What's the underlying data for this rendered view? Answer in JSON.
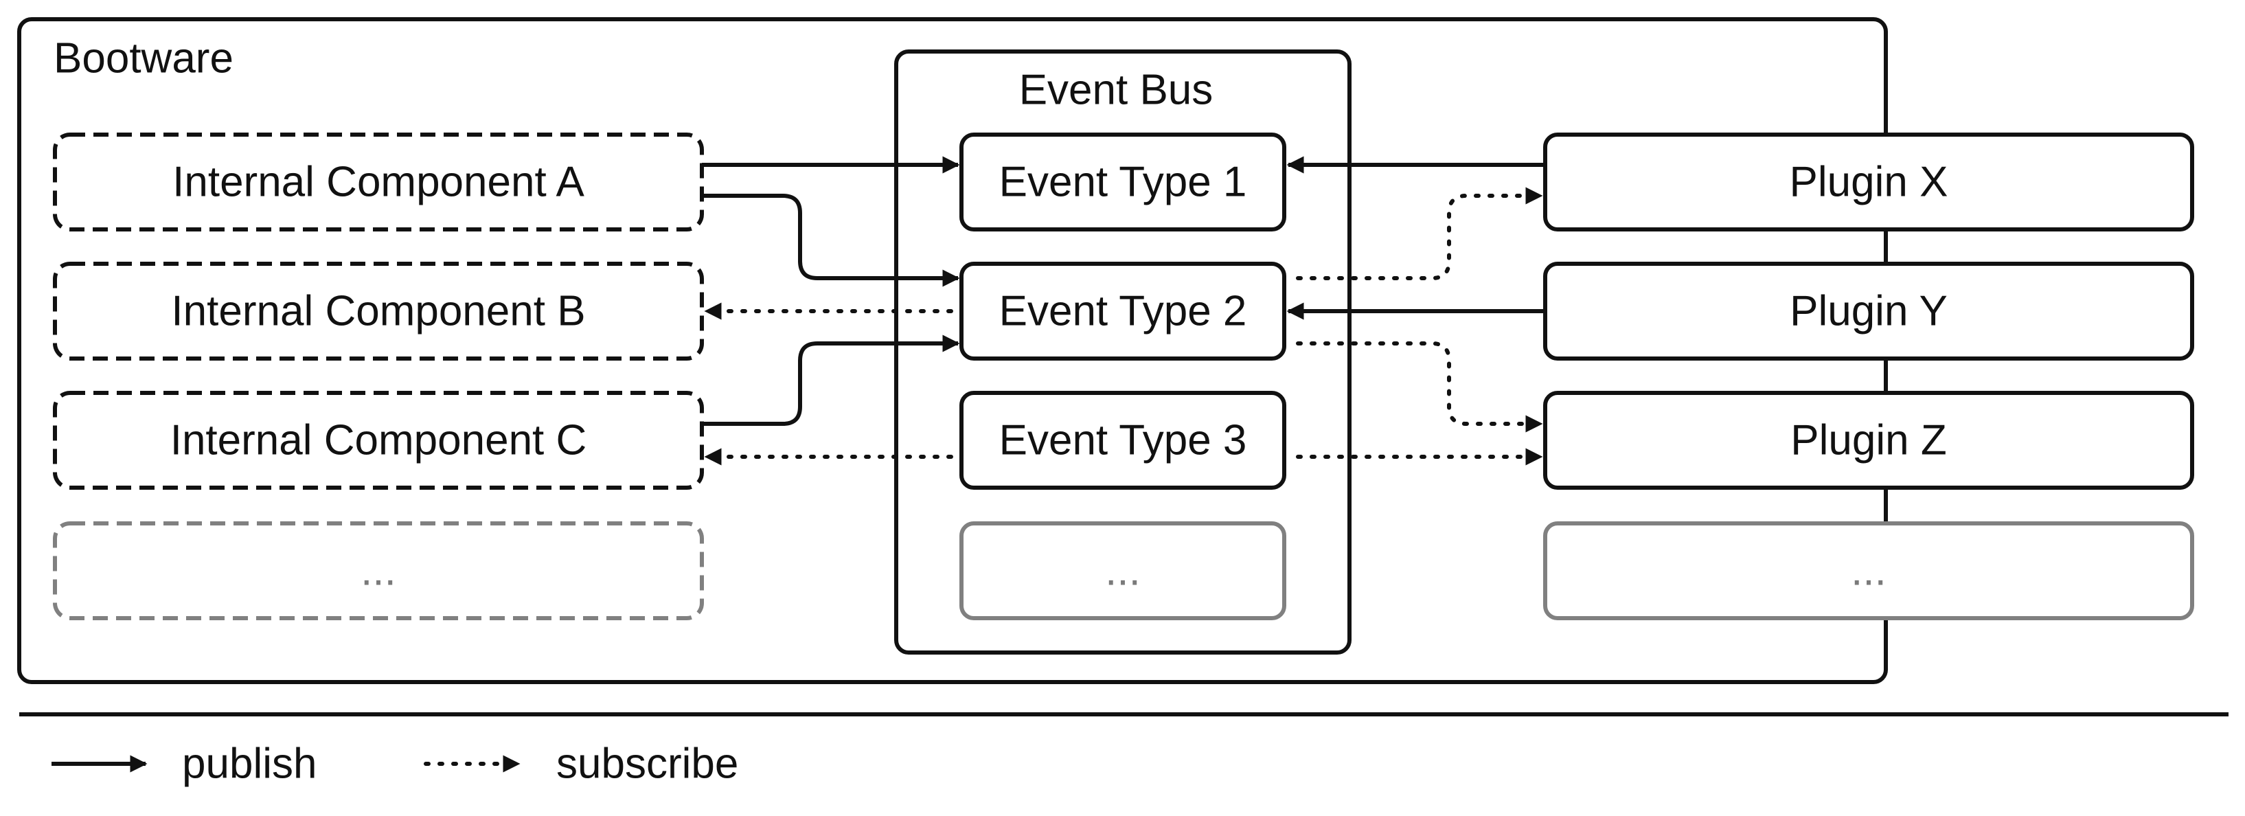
{
  "colors": {
    "stroke": "#111111",
    "muted": "#808080",
    "background": "#ffffff"
  },
  "bootware": {
    "title": "Bootware"
  },
  "event_bus": {
    "title": "Event Bus"
  },
  "internal_components": [
    {
      "label": "Internal Component A",
      "style": "dashed"
    },
    {
      "label": "Internal Component B",
      "style": "dashed"
    },
    {
      "label": "Internal Component C",
      "style": "dashed"
    },
    {
      "label": "...",
      "style": "dashed-muted"
    }
  ],
  "event_types": [
    {
      "label": "Event Type 1"
    },
    {
      "label": "Event Type 2"
    },
    {
      "label": "Event Type 3"
    },
    {
      "label": "...",
      "style": "muted"
    }
  ],
  "plugins": [
    {
      "label": "Plugin X"
    },
    {
      "label": "Plugin Y"
    },
    {
      "label": "Plugin Z"
    },
    {
      "label": "...",
      "style": "muted"
    }
  ],
  "connections": [
    {
      "from": "Internal Component A",
      "to": "Event Type 1",
      "kind": "publish"
    },
    {
      "from": "Internal Component A",
      "to": "Event Type 2",
      "kind": "publish"
    },
    {
      "from": "Internal Component C",
      "to": "Event Type 2",
      "kind": "publish"
    },
    {
      "from": "Plugin X",
      "to": "Event Type 1",
      "kind": "publish"
    },
    {
      "from": "Plugin Y",
      "to": "Event Type 2",
      "kind": "publish"
    },
    {
      "from": "Event Type 2",
      "to": "Internal Component B",
      "kind": "subscribe"
    },
    {
      "from": "Event Type 3",
      "to": "Internal Component C",
      "kind": "subscribe"
    },
    {
      "from": "Event Type 2",
      "to": "Plugin X",
      "kind": "subscribe"
    },
    {
      "from": "Event Type 2",
      "to": "Plugin Z",
      "kind": "subscribe"
    },
    {
      "from": "Event Type 3",
      "to": "Plugin Z",
      "kind": "subscribe"
    }
  ],
  "legend": {
    "publish_label": "publish",
    "subscribe_label": "subscribe"
  }
}
